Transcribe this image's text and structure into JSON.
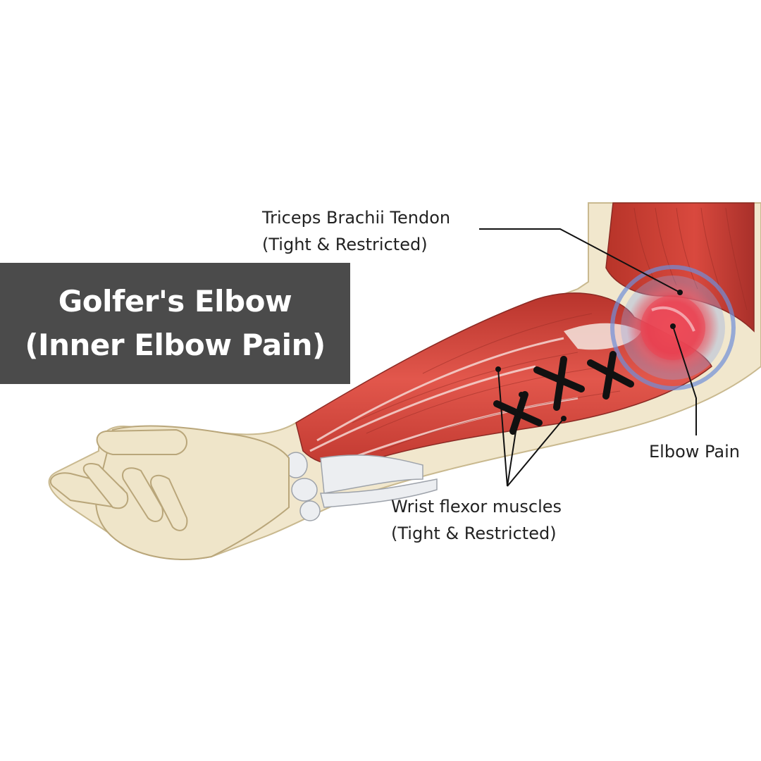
{
  "title": {
    "line1": "Golfer's Elbow",
    "line2": "(Inner Elbow Pain)"
  },
  "labels": {
    "triceps": {
      "line1": "Triceps Brachii Tendon",
      "line2": "(Tight & Restricted)"
    },
    "elbow_pain": {
      "line1": "Elbow Pain"
    },
    "wrist_flexors": {
      "line1": "Wrist flexor muscles",
      "line2": "(Tight & Restricted)"
    }
  },
  "colors": {
    "title_bg": "#4b4b4b",
    "title_text": "#ffffff",
    "skin": "#eee3c7",
    "muscle": "#d9473d",
    "pain_blue": "#6f8fd8",
    "pain_red": "#e8394a",
    "marker": "#111111"
  }
}
